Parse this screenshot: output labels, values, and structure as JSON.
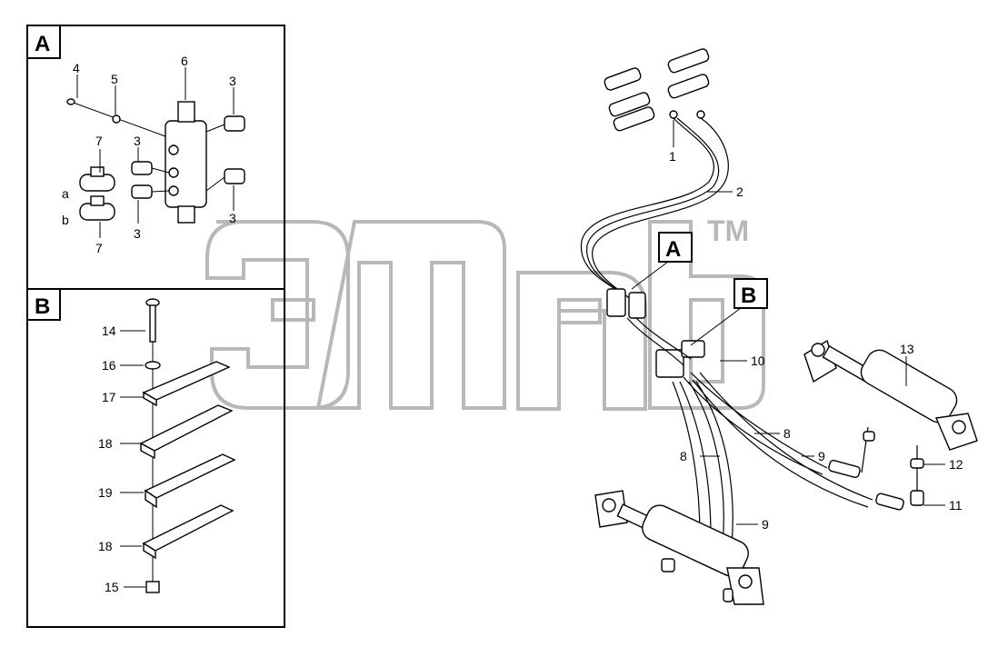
{
  "panel_a": {
    "tag": "A",
    "labels": [
      "4",
      "5",
      "6",
      "3",
      "7",
      "3",
      "a",
      "b",
      "7",
      "3",
      "3"
    ]
  },
  "panel_b": {
    "tag": "B",
    "labels": [
      "14",
      "16",
      "17",
      "18",
      "19",
      "18",
      "15"
    ]
  },
  "main": {
    "callout_a": "A",
    "callout_b": "B",
    "labels": [
      "1",
      "2",
      "10",
      "13",
      "8",
      "9",
      "8",
      "9",
      "12",
      "11"
    ]
  },
  "watermark": {
    "mark": "TM"
  }
}
